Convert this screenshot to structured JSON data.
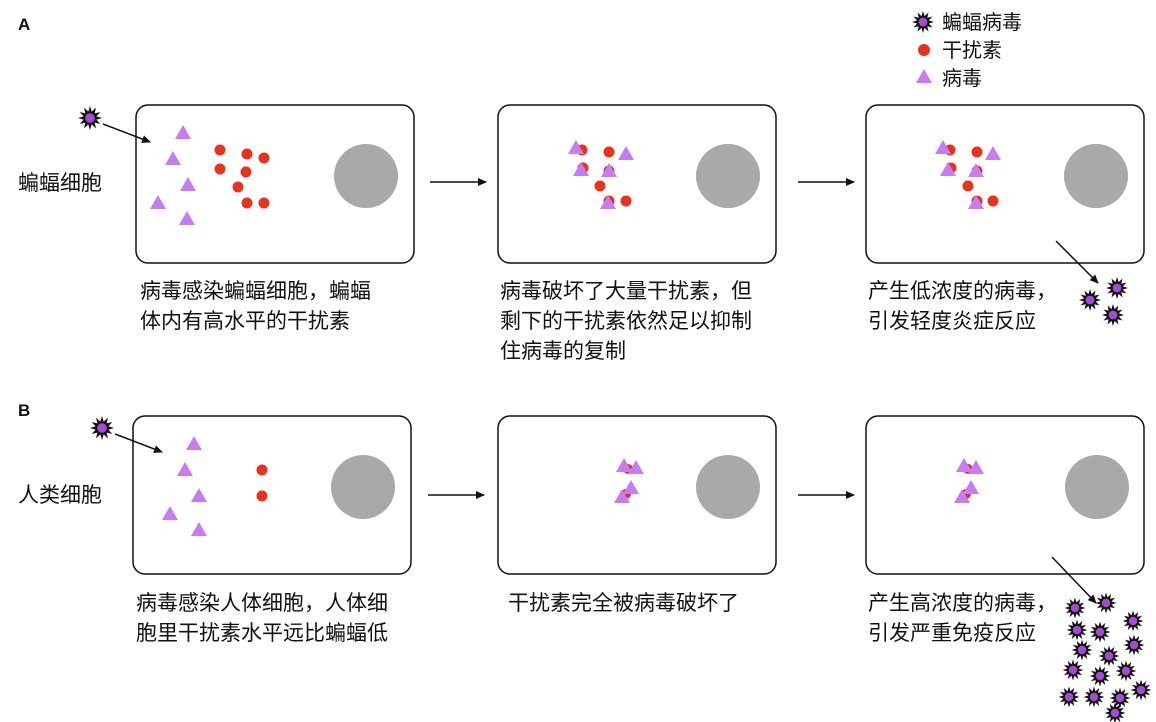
{
  "panel_labels": {
    "a": "A",
    "b": "B"
  },
  "legend": {
    "bat_virus": "蝙蝠病毒",
    "interferon": "干扰素",
    "virus": "病毒"
  },
  "row_a": {
    "cell_label": "蝙蝠细胞",
    "captions": [
      [
        "病毒感染蝙蝠细胞，蝙蝠",
        "体内有高水平的干扰素"
      ],
      [
        "病毒破坏了大量干扰素，但",
        "剩下的干扰素依然足以抑制",
        "住病毒的复制"
      ],
      [
        "产生低浓度的病毒，",
        "引发轻度炎症反应"
      ]
    ]
  },
  "row_b": {
    "cell_label": "人类细胞",
    "captions": [
      [
        "病毒感染人体细胞，人体细",
        "胞里干扰素水平远比蝙蝠低"
      ],
      [
        "干扰素完全被病毒破坏了"
      ],
      [
        "产生高浓度的病毒，",
        "引发严重免疫反应"
      ]
    ]
  },
  "colors": {
    "virus": "#c77cf2",
    "interferon": "#e8321e",
    "nucleus": "#a9a9a9",
    "bat_virus_outer": "#111111",
    "bat_virus_inner": "#a64ad6"
  }
}
